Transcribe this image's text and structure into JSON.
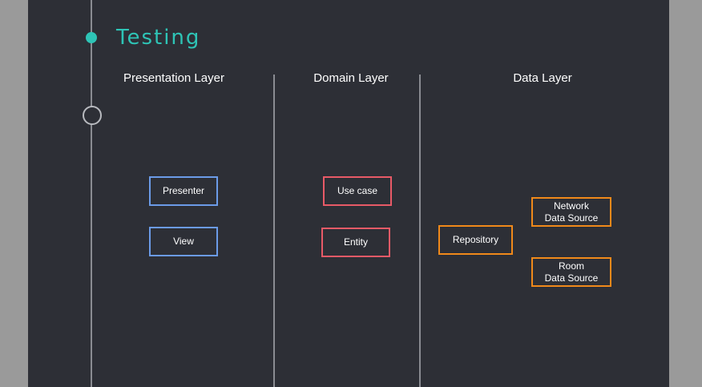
{
  "title": "Testing",
  "layers": {
    "presentation": "Presentation Layer",
    "domain": "Domain Layer",
    "data": "Data Layer"
  },
  "nodes": {
    "presenter": "Presenter",
    "view": "View",
    "use_case": "Use case",
    "entity": "Entity",
    "repository": "Repository",
    "network_line1": "Network",
    "network_line2": "Data Source",
    "room_line1": "Room",
    "room_line2": "Data Source"
  },
  "colors": {
    "accent": "#2ec4b6",
    "presentation_border": "#6b9be8",
    "domain_border": "#e85a67",
    "data_border": "#f0891a",
    "background": "#2d2f36"
  }
}
